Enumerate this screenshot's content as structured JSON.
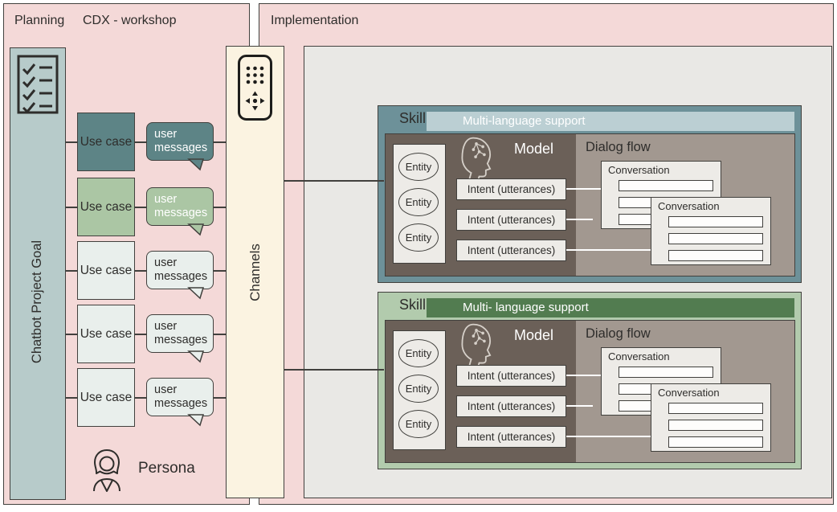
{
  "header": {
    "planning": "Planning",
    "workshop": "CDX - workshop",
    "implementation": "Implementation"
  },
  "planning": {
    "goal": "Chatbot Project Goal",
    "persona": "Persona",
    "use_cases": [
      {
        "label": "Use case",
        "message": "user messages",
        "fill": "#5d8486",
        "text": "#2e2d2b",
        "msg_text": "#ffffff"
      },
      {
        "label": "Use case",
        "message": "user messages",
        "fill": "#abc6a4",
        "text": "#2e2d2b",
        "msg_text": "#ffffff"
      },
      {
        "label": "Use case",
        "message": "user messages",
        "fill": "#e9efec",
        "text": "#2e2d2b",
        "msg_text": "#2e2d2b"
      },
      {
        "label": "Use case",
        "message": "user messages",
        "fill": "#e9efec",
        "text": "#2e2d2b",
        "msg_text": "#2e2d2b"
      },
      {
        "label": "Use case",
        "message": "user messages",
        "fill": "#e9efec",
        "text": "#2e2d2b",
        "msg_text": "#2e2d2b"
      }
    ]
  },
  "channels": {
    "label": "Channels"
  },
  "skills": [
    {
      "title": "Skill",
      "banner": "Multi-language support",
      "frame_color": "#6d9199",
      "banner_bg": "#bbcfd3",
      "banner_text_color": "#ffffff",
      "model": "Model",
      "dialog_flow": "Dialog flow",
      "entities": [
        "Entity",
        "Entity",
        "Entity"
      ],
      "intents": [
        "Intent (utterances)",
        "Intent (utterances)",
        "Intent (utterances)"
      ],
      "conversations": [
        "Conversation",
        "Conversation"
      ]
    },
    {
      "title": "Skill",
      "banner": "Multi- language support",
      "frame_color": "#b2cbad",
      "banner_bg": "#527c50",
      "banner_text_color": "#ffffff",
      "model": "Model",
      "dialog_flow": "Dialog flow",
      "entities": [
        "Entity",
        "Entity",
        "Entity"
      ],
      "intents": [
        "Intent (utterances)",
        "Intent (utterances)",
        "Intent (utterances)"
      ],
      "conversations": [
        "Conversation",
        "Conversation"
      ]
    }
  ],
  "icons": {
    "goal": "checklist-icon",
    "channels": "remote-control-icon",
    "model": "head-circuit-icon",
    "persona": "woman-icon"
  },
  "colors": {
    "ink": "#2e2d2b",
    "line": "#41403d",
    "pink": "#f4d9d8",
    "cream": "#fbf3e1",
    "goal_fill": "#b7cbca",
    "impl_gray": "#e9e8e5",
    "skill_dark": "#6b6058",
    "dialog_panel": "#a29890",
    "light_box": "#edebe7",
    "bar_white": "#fefdfc",
    "icon_stroke_light": "#d6d0c9"
  }
}
